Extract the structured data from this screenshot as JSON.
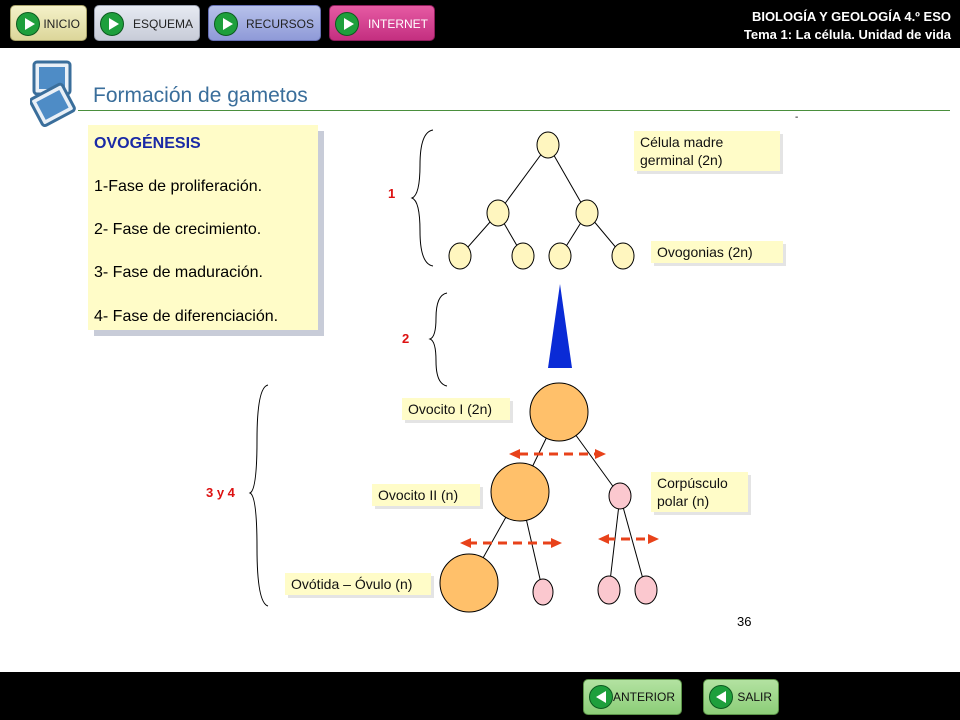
{
  "nav": {
    "inicio": "INICIO",
    "esquema": "ESQUEMA",
    "recursos": "RECURSOS",
    "internet": "INTERNET"
  },
  "header": {
    "line1": "BIOLOGÍA Y GEOLOGÍA 4.º ESO",
    "line2": "Tema 1: La célula. Unidad de vida"
  },
  "title": "Formación de gametos",
  "ovogenesis": {
    "heading": "OVOGÉNESIS",
    "phases": [
      "1-Fase de proliferación.",
      "2- Fase de crecimiento.",
      "3- Fase de maduración.",
      "4- Fase de diferenciación."
    ]
  },
  "diagram": {
    "stage_labels": [
      "1",
      "2",
      "3 y 4"
    ],
    "cell_labels": {
      "madre": [
        "Célula madre",
        "germinal (2n)"
      ],
      "ovogonias": "Ovogonias (2n)",
      "ovocito1": "Ovocito I (2n)",
      "ovocito2": "Ovocito II (n)",
      "corpusculo": [
        "Corpúsculo",
        "polar (n)"
      ],
      "ovotida": "Ovótida – Óvulo (n)"
    },
    "colors": {
      "small_cell": "#fff6bf",
      "large_cell": "#ffc06a",
      "polar_cell": "#fbc8cf",
      "arrow": "#e8421a",
      "growth_triangle": "#0a2bd6"
    }
  },
  "page_number": "36",
  "dash": "-",
  "footer": {
    "anterior": "ANTERIOR",
    "salir": "SALIR"
  }
}
